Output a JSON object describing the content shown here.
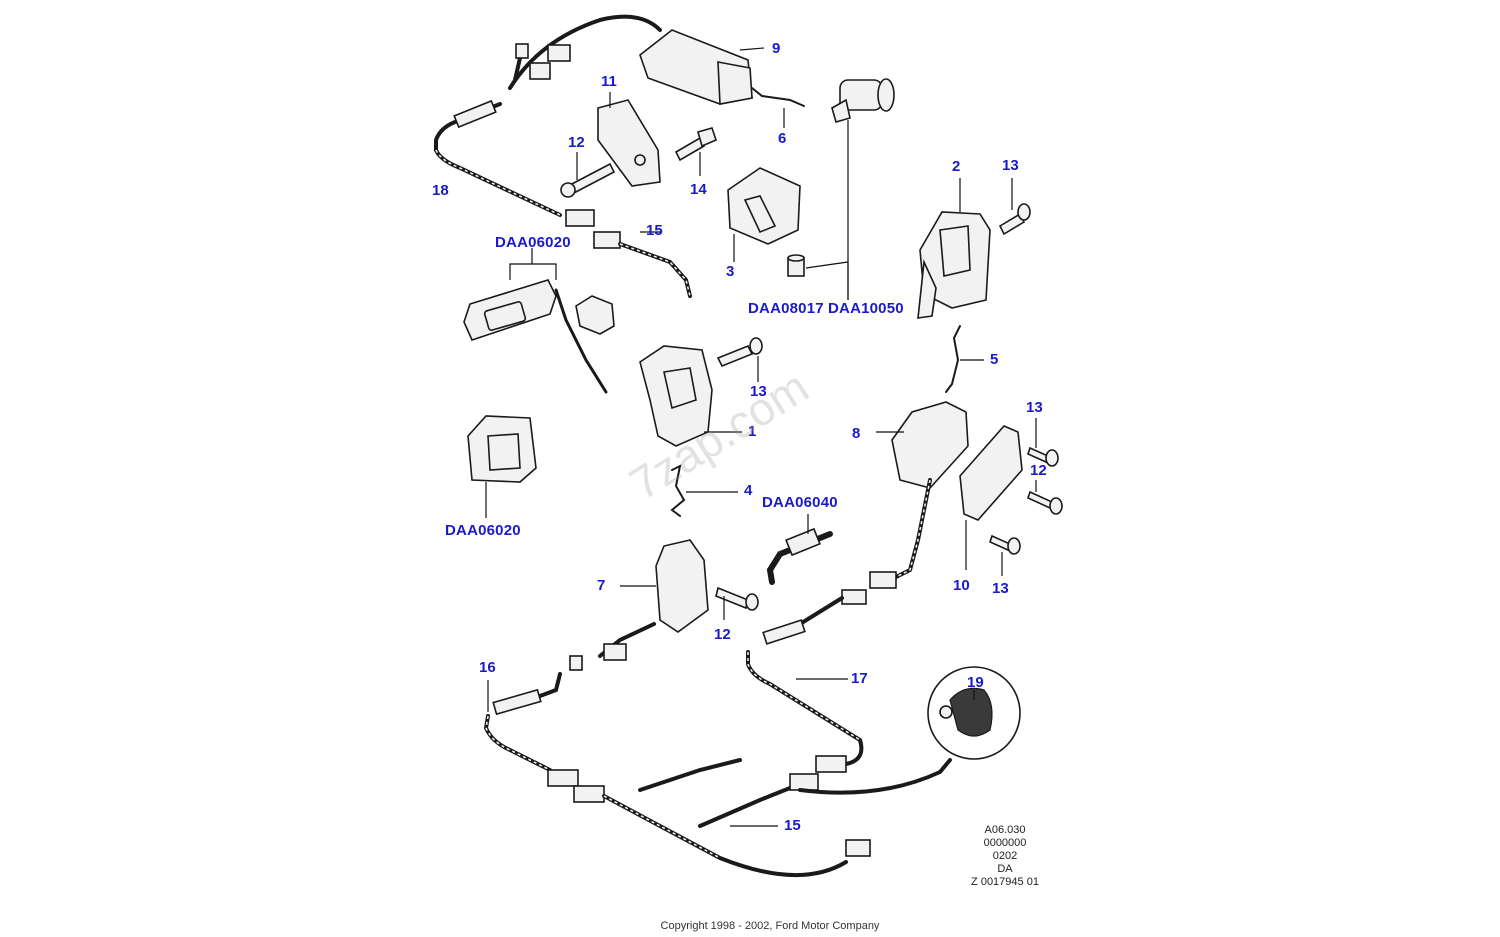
{
  "diagram": {
    "callouts": [
      {
        "id": "c9",
        "text": "9"
      },
      {
        "id": "c11",
        "text": "11"
      },
      {
        "id": "c6",
        "text": "6"
      },
      {
        "id": "c12a",
        "text": "12"
      },
      {
        "id": "c14",
        "text": "14"
      },
      {
        "id": "c18",
        "text": "18"
      },
      {
        "id": "c2",
        "text": "2"
      },
      {
        "id": "c13a",
        "text": "13"
      },
      {
        "id": "c15a",
        "text": "15"
      },
      {
        "id": "c3",
        "text": "3"
      },
      {
        "id": "c5",
        "text": "5"
      },
      {
        "id": "c13b",
        "text": "13"
      },
      {
        "id": "c1",
        "text": "1"
      },
      {
        "id": "c8",
        "text": "8"
      },
      {
        "id": "c13c",
        "text": "13"
      },
      {
        "id": "c12b",
        "text": "12"
      },
      {
        "id": "c4",
        "text": "4"
      },
      {
        "id": "c10",
        "text": "10"
      },
      {
        "id": "c13d",
        "text": "13"
      },
      {
        "id": "c7",
        "text": "7"
      },
      {
        "id": "c12c",
        "text": "12"
      },
      {
        "id": "c16",
        "text": "16"
      },
      {
        "id": "c17",
        "text": "17"
      },
      {
        "id": "c19",
        "text": "19"
      },
      {
        "id": "c15b",
        "text": "15"
      }
    ],
    "ref_codes": [
      {
        "id": "r1",
        "text": "DAA06020"
      },
      {
        "id": "r2",
        "text": "DAA08017"
      },
      {
        "id": "r3",
        "text": "DAA10050"
      },
      {
        "id": "r4",
        "text": "DAA06040"
      },
      {
        "id": "r5",
        "text": "DAA06020"
      }
    ],
    "watermark": "7zap.com",
    "drawing_id": [
      "A06.030",
      "0000000",
      "0202",
      "DA",
      "Z 0017945 01"
    ],
    "copyright": "Copyright 1998 - 2002, Ford Motor Company",
    "colors": {
      "callout": "#1a1acc",
      "line": "#1a1a1a",
      "background": "#ffffff"
    }
  }
}
